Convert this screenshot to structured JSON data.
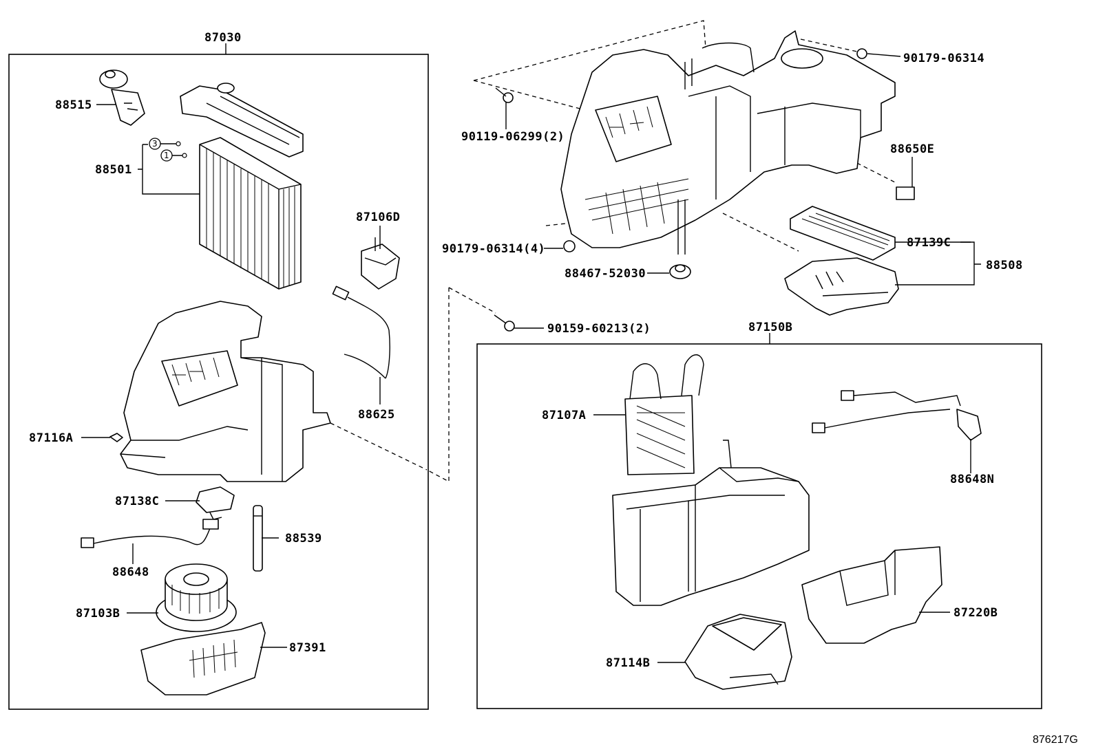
{
  "labels": {
    "p87030": "87030",
    "p88515": "88515",
    "p88501": "88501",
    "circ3": "3",
    "circ1": "1",
    "p87106D": "87106D",
    "p88625": "88625",
    "p87116A": "87116A",
    "p87138C": "87138C",
    "p88539": "88539",
    "p88648": "88648",
    "p87103B": "87103B",
    "p87391": "87391",
    "p90179_06314": "90179-06314",
    "p90119_06299": "90119-06299(2)",
    "p88650E": "88650E",
    "p90179_06314_4": "90179-06314(4)",
    "p87139C": "87139C",
    "p88467_52030": "88467-52030",
    "p88508": "88508",
    "p90159_60213": "90159-60213(2)",
    "p87150B": "87150B",
    "p87107A": "87107A",
    "p88648N": "88648N",
    "p87220B": "87220B",
    "p87114B": "87114B",
    "drawing_id": "876217G"
  }
}
